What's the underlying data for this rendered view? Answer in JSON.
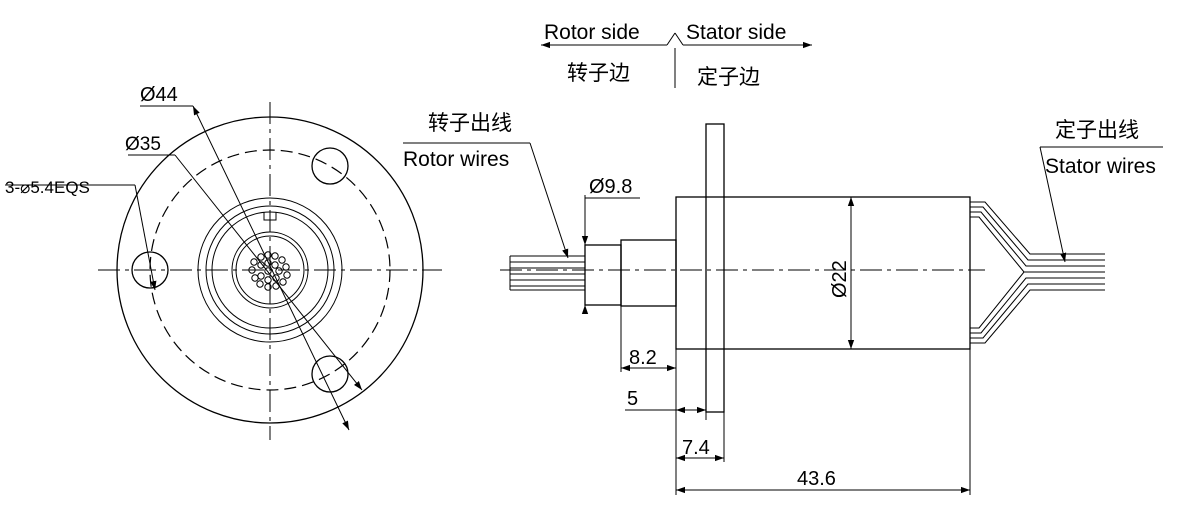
{
  "labels": {
    "rotor_side": "Rotor side",
    "stator_side": "Stator side",
    "rotor_side_cn": "转子边",
    "stator_side_cn": "定子边",
    "rotor_wires_cn": "转子出线",
    "rotor_wires": "Rotor wires",
    "stator_wires_cn": "定子出线",
    "stator_wires": "Stator wires"
  },
  "dimensions": {
    "flange_diameter": "Ø44",
    "pcd_diameter": "Ø35",
    "holes": "3-⌀5.4EQS",
    "shaft_diameter": "Ø9.8",
    "body_diameter": "Ø22",
    "rotor_length": "8.2",
    "flange_offset": "5",
    "flange_span": "7.4",
    "total_length": "43.6"
  }
}
